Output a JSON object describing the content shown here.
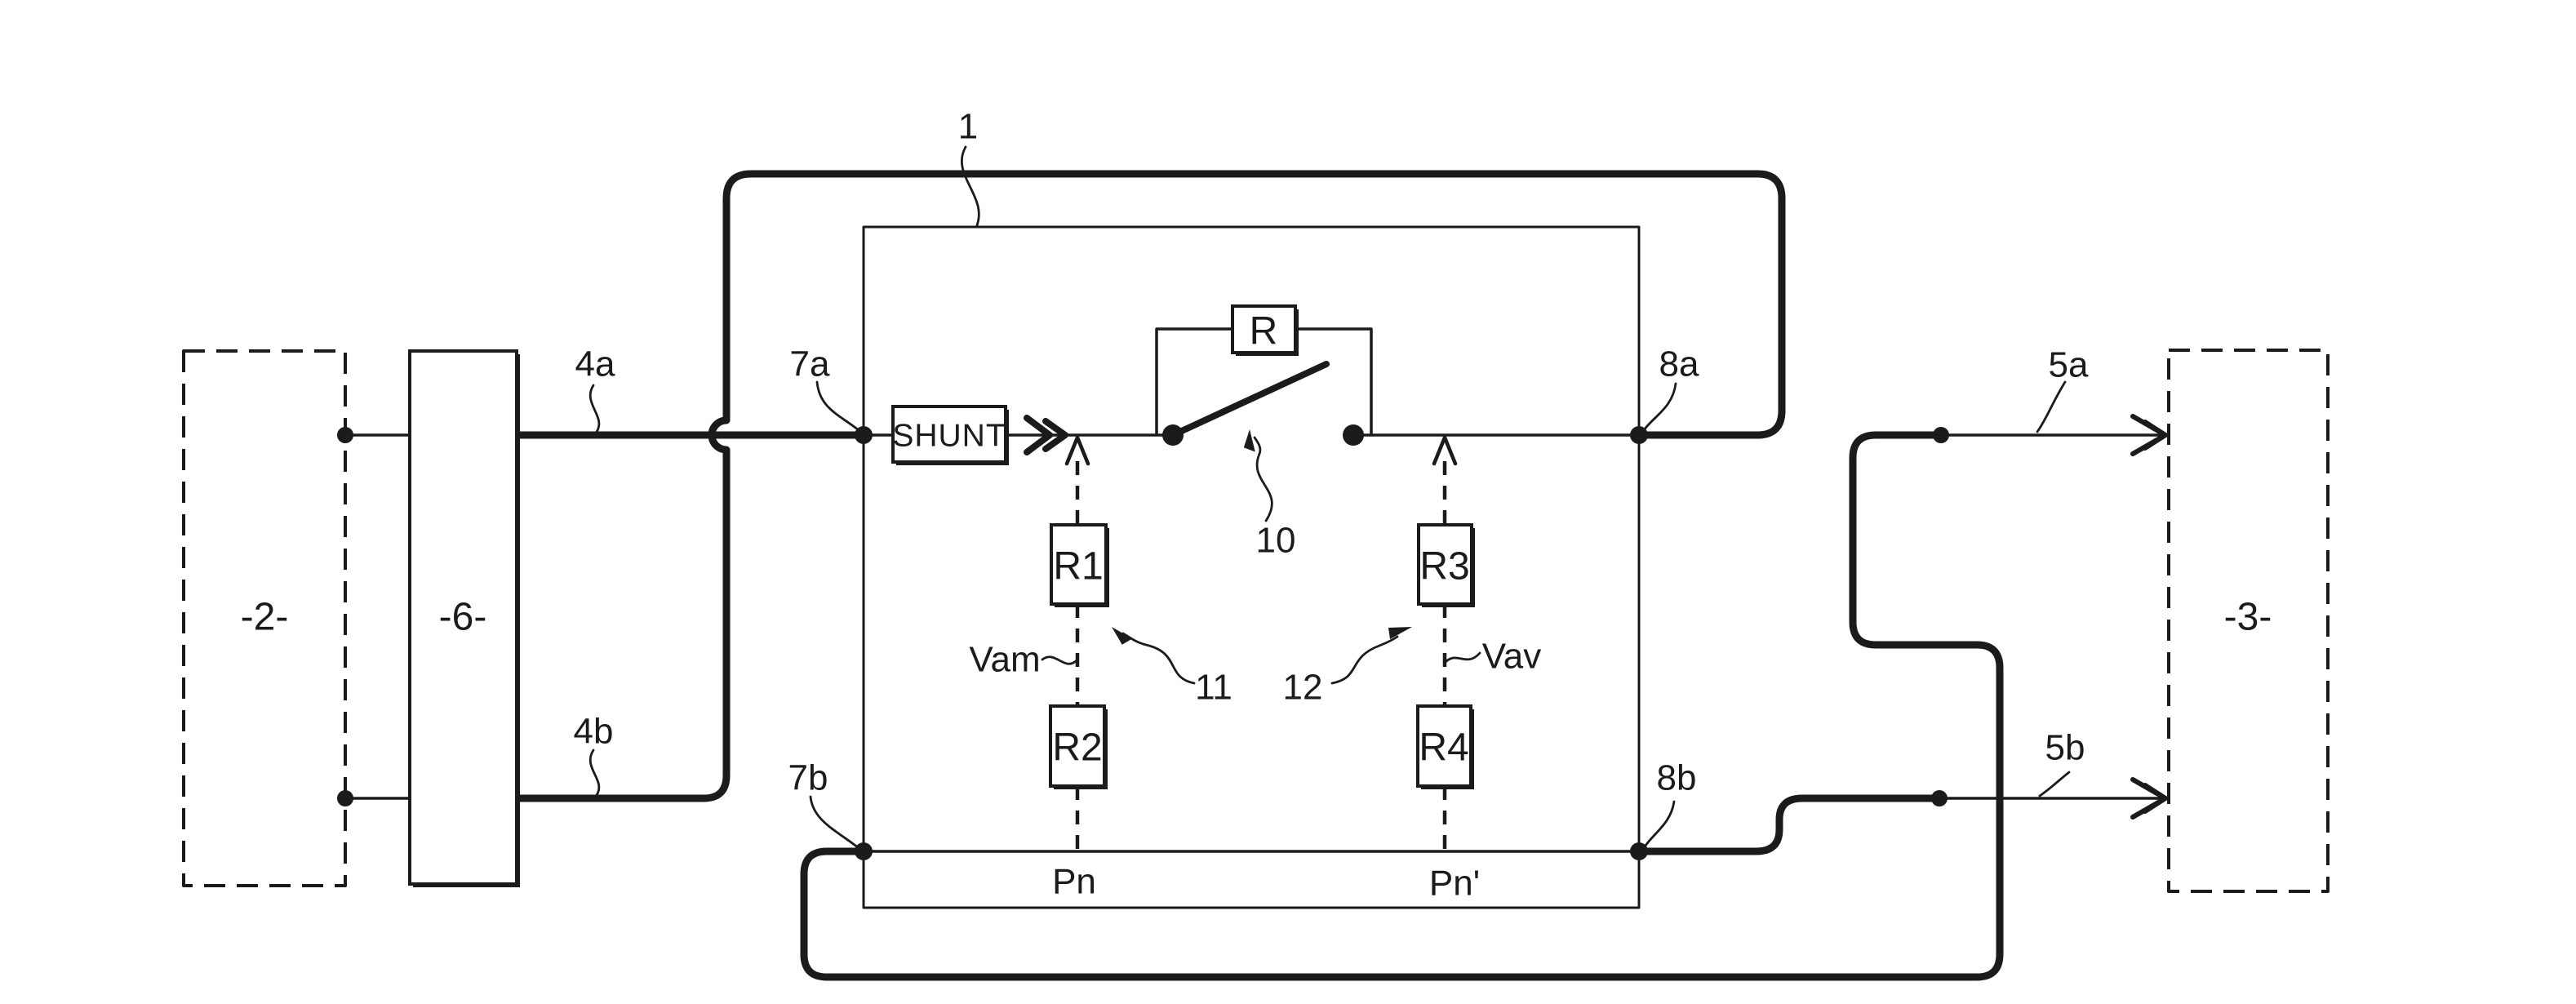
{
  "diagram": {
    "background_color": "#ffffff",
    "line_color": "#1b1b1b",
    "unit_ref": "1",
    "boxes": {
      "left_dashed_box": "-2-",
      "middle_box": "-6-",
      "right_dashed_box": "-3-"
    },
    "wires": {
      "wire_4a": "4a",
      "wire_4b": "4b",
      "wire_5a": "5a",
      "wire_5b": "5b"
    },
    "nodes": {
      "node_7a": "7a",
      "node_7b": "7b",
      "node_8a": "8a",
      "node_8b": "8b"
    },
    "components": {
      "shunt": "SHUNT",
      "bypass_resistor": "R",
      "resistor_r1": "R1",
      "resistor_r2": "R2",
      "resistor_r3": "R3",
      "resistor_r4": "R4"
    },
    "pointers": {
      "switch_10": "10",
      "pointer_11": "11",
      "pointer_12": "12"
    },
    "signals": {
      "vam": "Vam",
      "vav": "Vav",
      "pn": "Pn",
      "pn_prime": "Pn'"
    }
  }
}
